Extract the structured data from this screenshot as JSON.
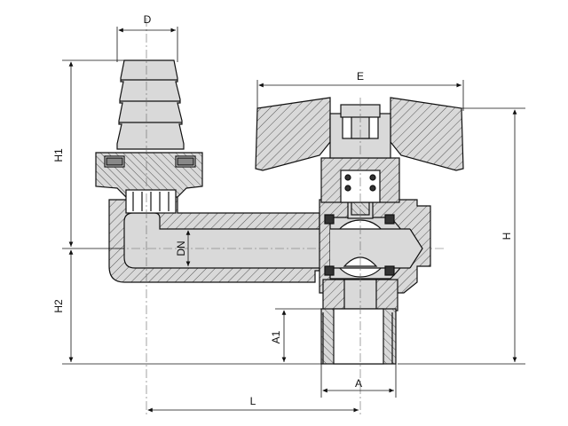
{
  "dimensions": {
    "D": "D",
    "E": "E",
    "H1": "H1",
    "H2": "H2",
    "H": "H",
    "DN": "DN",
    "A1": "A1",
    "A": "A",
    "L": "L"
  },
  "colors": {
    "body_fill": "#d9d9d9",
    "line": "#111111",
    "hatch": "#333333",
    "background": "#ffffff"
  }
}
